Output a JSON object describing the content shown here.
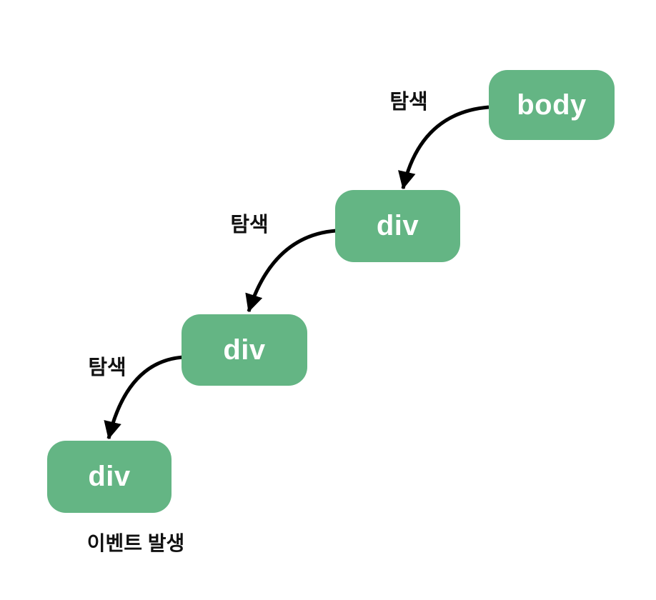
{
  "diagram": {
    "title_hint": "DOM event bubbling / traversal diagram",
    "colors": {
      "background": "#ffffff",
      "node_fill": "#64b584",
      "node_text": "#ffffff",
      "arrow": "#000000",
      "label_text": "#111111"
    },
    "nodes": [
      {
        "id": "body",
        "label": "body"
      },
      {
        "id": "div-1",
        "label": "div"
      },
      {
        "id": "div-2",
        "label": "div"
      },
      {
        "id": "div-3",
        "label": "div"
      }
    ],
    "edges": [
      {
        "from": "body",
        "to": "div-1",
        "label": "탐색"
      },
      {
        "from": "div-1",
        "to": "div-2",
        "label": "탐색"
      },
      {
        "from": "div-2",
        "to": "div-3",
        "label": "탐색"
      }
    ],
    "caption": "이벤트 발생"
  }
}
